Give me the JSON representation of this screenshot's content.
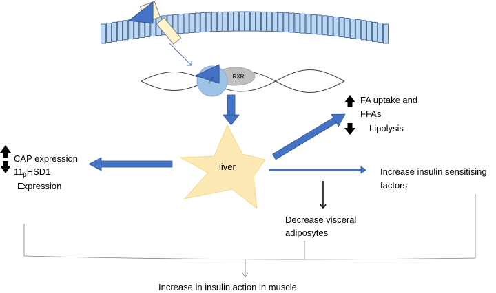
{
  "labels": {
    "liver": "liver",
    "rxr": "RXR",
    "ppar": "PPAR",
    "cap_expression": "CAP expression",
    "hsd_prefix": "11",
    "hsd_sub": "β",
    "hsd_suffix": "HSD1",
    "expression": "Expression",
    "fa_uptake_line1": "FA uptake and",
    "fa_uptake_line2": "FFAs",
    "lipolysis": "Lipolysis",
    "insulin_sens_line1": "Increase insulin sensitising",
    "insulin_sens_line2": "factors",
    "visceral_line1": "Decrease visceral",
    "visceral_line2": "adiposytes",
    "muscle_action": "Increase in insulin action in muscle"
  },
  "colors": {
    "arrow_blue": "#4472c4",
    "membrane_fill": "#bdd7ee",
    "membrane_stroke": "#2f5597",
    "liver_fill": "#fde9b4",
    "receptor_fill": "#fff2cc",
    "ligand_fill": "#4472c4",
    "ppar_fill": "#9dc3e6",
    "rxr_fill": "#bfbfbf",
    "line_gray": "#7f7f7f"
  },
  "icons": {
    "up_arrow": "up-arrow-icon",
    "down_arrow": "down-arrow-icon"
  }
}
